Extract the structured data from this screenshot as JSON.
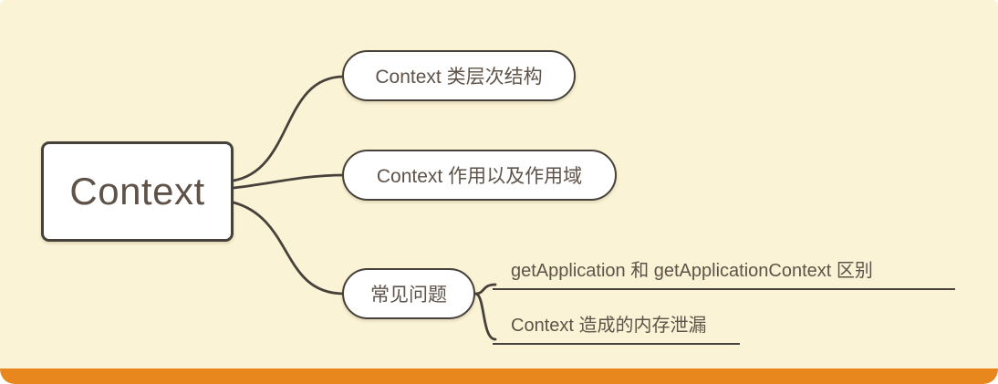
{
  "mindmap": {
    "root": {
      "label": "Context"
    },
    "branches": [
      {
        "label": "Context 类层次结构"
      },
      {
        "label": "Context 作用以及作用域"
      },
      {
        "label": "常见问题"
      }
    ],
    "children": [
      {
        "label": "getApplication 和 getApplicationContext 区别"
      },
      {
        "label": "Context 造成的内存泄漏"
      }
    ]
  },
  "colors": {
    "background": "#FBF3D5",
    "node_fill": "#FFFFFF",
    "node_border": "#46413A",
    "connector_line": "#46413A",
    "text": "#5F5349",
    "accent_bar": "#E8871E"
  }
}
